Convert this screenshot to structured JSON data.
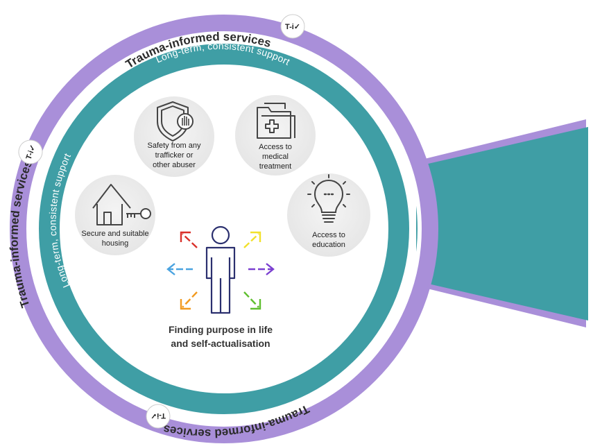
{
  "outer_ring": {
    "label": "Trauma-informed services",
    "badge": "T-i✓",
    "color": "#a98fd9"
  },
  "inner_ring": {
    "label": "Long-term, consistent support",
    "color": "#3f9ea5"
  },
  "nodes": {
    "safety": {
      "label_lines": [
        "Safety from any",
        "trafficker or",
        "other abuser"
      ],
      "icon": "shield-hand-icon"
    },
    "medical": {
      "label_lines": [
        "Access to",
        "medical",
        "treatment"
      ],
      "icon": "medical-folder-icon"
    },
    "housing": {
      "label_lines": [
        "Secure and suitable",
        "housing"
      ],
      "icon": "house-key-icon"
    },
    "education": {
      "label_lines": [
        "Access to",
        "education"
      ],
      "icon": "lightbulb-icon"
    }
  },
  "center": {
    "caption_lines": [
      "Finding purpose in life",
      "and self-actualisation"
    ],
    "icon": "person-icon"
  },
  "arrow_colors": {
    "up_left": "#d9312b",
    "up_right": "#f2e12b",
    "left": "#4aa3e0",
    "right": "#7a3fd0",
    "down_left": "#f29a1f",
    "down_right": "#5fbf2f"
  },
  "funnel_color": "#3f9ea5"
}
